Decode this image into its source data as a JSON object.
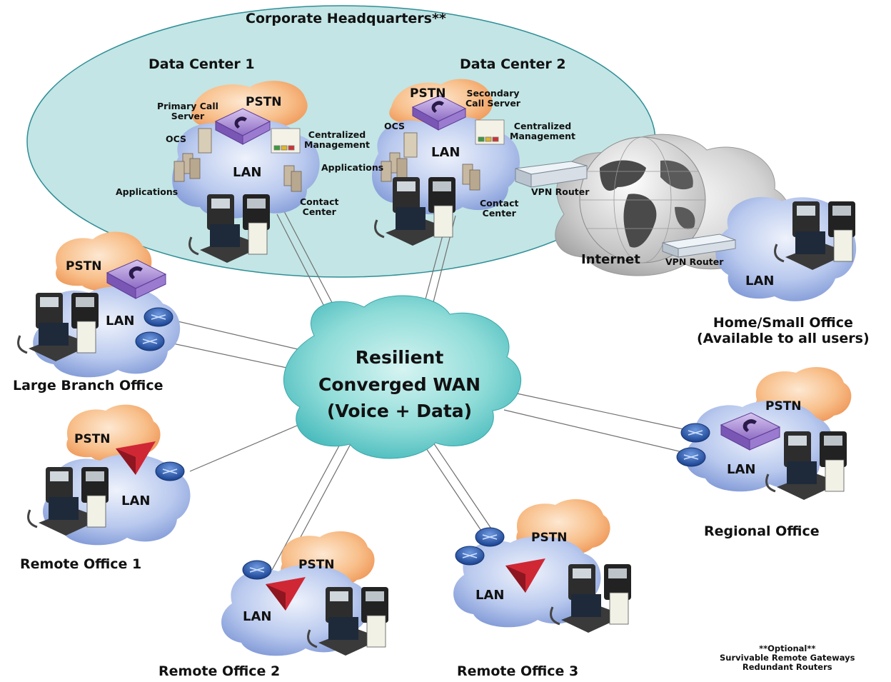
{
  "headquarters": {
    "title": "Corporate Headquarters**",
    "data_center_1": {
      "title": "Data Center 1",
      "pstn": "PSTN",
      "lan": "LAN",
      "primary_call_server": "Primary Call\nServer",
      "ocs": "OCS",
      "centralized_management": "Centralized\nManagement",
      "applications": "Applications",
      "contact_center": "Contact\nCenter"
    },
    "data_center_2": {
      "title": "Data Center 2",
      "pstn": "PSTN",
      "lan": "LAN",
      "secondary_call_server": "Secondary\nCall Server",
      "ocs": "OCS",
      "centralized_management": "Centralized\nManagement",
      "applications": "Applications",
      "contact_center": "Contact\nCenter",
      "vpn_router": "VPN Router"
    }
  },
  "internet": {
    "label": "Internet",
    "vpn_router": "VPN Router"
  },
  "home_office": {
    "lan": "LAN",
    "title": "Home/Small Office\n(Available to all users)"
  },
  "wan": {
    "label": "Resilient\nConverged WAN\n(Voice + Data)"
  },
  "large_branch": {
    "title": "Large Branch Office",
    "pstn": "PSTN",
    "lan": "LAN"
  },
  "regional_office": {
    "title": "Regional Office",
    "pstn": "PSTN",
    "lan": "LAN"
  },
  "remote_office_1": {
    "title": "Remote Office 1",
    "pstn": "PSTN",
    "lan": "LAN"
  },
  "remote_office_2": {
    "title": "Remote Office 2",
    "pstn": "PSTN",
    "lan": "LAN"
  },
  "remote_office_3": {
    "title": "Remote Office 3",
    "pstn": "PSTN",
    "lan": "LAN"
  },
  "footnote": "**Optional**\nSurvivable Remote Gateways\nRedundant Routers",
  "colors": {
    "hq_ellipse": "#bfe3e3",
    "wan_cloud": "#5fc9c9",
    "lan_cloud": "#a9bde8",
    "pstn_cloud": "#f6b27c",
    "internet_cloud": "#c8c8c8",
    "call_server": "#a98bd6",
    "gateway": "#c8202e",
    "router": "#2f62b8"
  }
}
